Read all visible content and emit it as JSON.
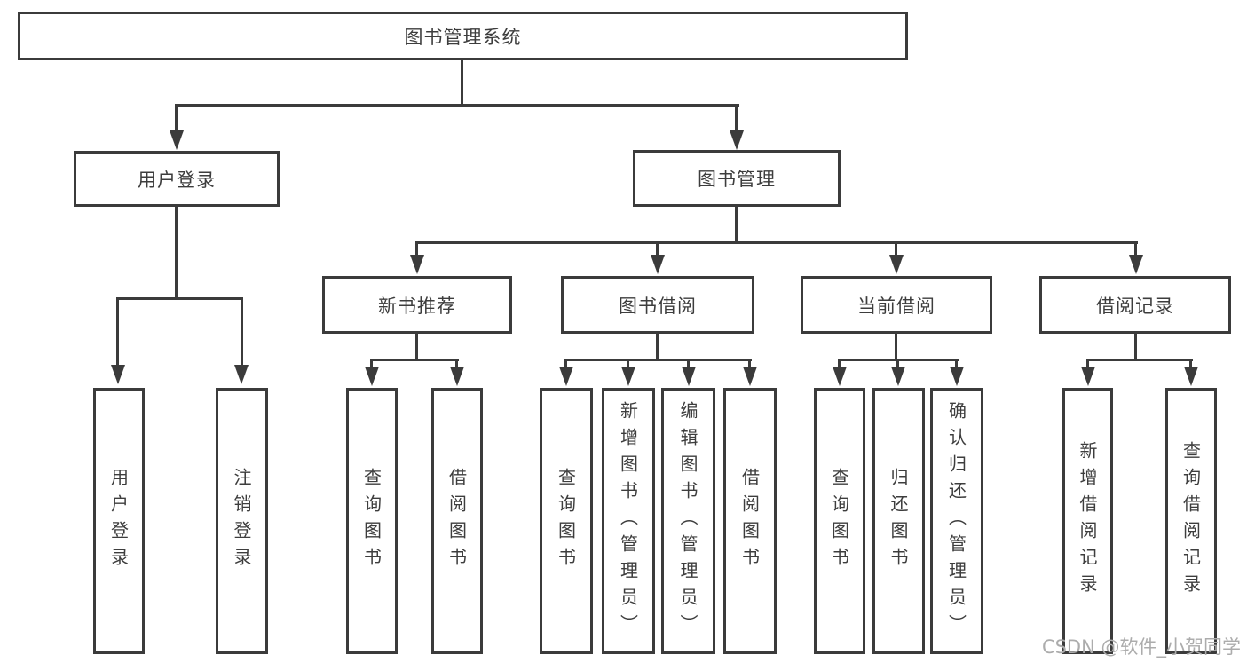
{
  "diagram": {
    "root_label": "图书管理系统",
    "level2": [
      {
        "label": "用户登录"
      },
      {
        "label": "图书管理"
      }
    ],
    "level3": [
      {
        "label": "新书推荐",
        "parent": "图书管理"
      },
      {
        "label": "图书借阅",
        "parent": "图书管理"
      },
      {
        "label": "当前借阅",
        "parent": "图书管理"
      },
      {
        "label": "借阅记录",
        "parent": "图书管理"
      }
    ],
    "leaves": [
      {
        "label": "用户登录",
        "parent": "用户登录"
      },
      {
        "label": "注销登录",
        "parent": "用户登录"
      },
      {
        "label": "查询图书",
        "parent": "新书推荐"
      },
      {
        "label": "借阅图书",
        "parent": "新书推荐"
      },
      {
        "label": "查询图书",
        "parent": "图书借阅"
      },
      {
        "label": "新增图书（管理员）",
        "parent": "图书借阅"
      },
      {
        "label": "编辑图书（管理员）",
        "parent": "图书借阅"
      },
      {
        "label": "借阅图书",
        "parent": "图书借阅"
      },
      {
        "label": "查询图书",
        "parent": "当前借阅"
      },
      {
        "label": "归还图书",
        "parent": "当前借阅"
      },
      {
        "label": "确认归还（管理员）",
        "parent": "当前借阅"
      },
      {
        "label": "新增借阅记录",
        "parent": "借阅记录"
      },
      {
        "label": "查询借阅记录",
        "parent": "借阅记录"
      }
    ]
  },
  "watermark": {
    "text": "CSDN @软件_小贺同学"
  },
  "colors": {
    "line": "#3b3b3b",
    "text": "#3d3d3d",
    "watermark": "#acacac",
    "background": "#ffffff"
  }
}
